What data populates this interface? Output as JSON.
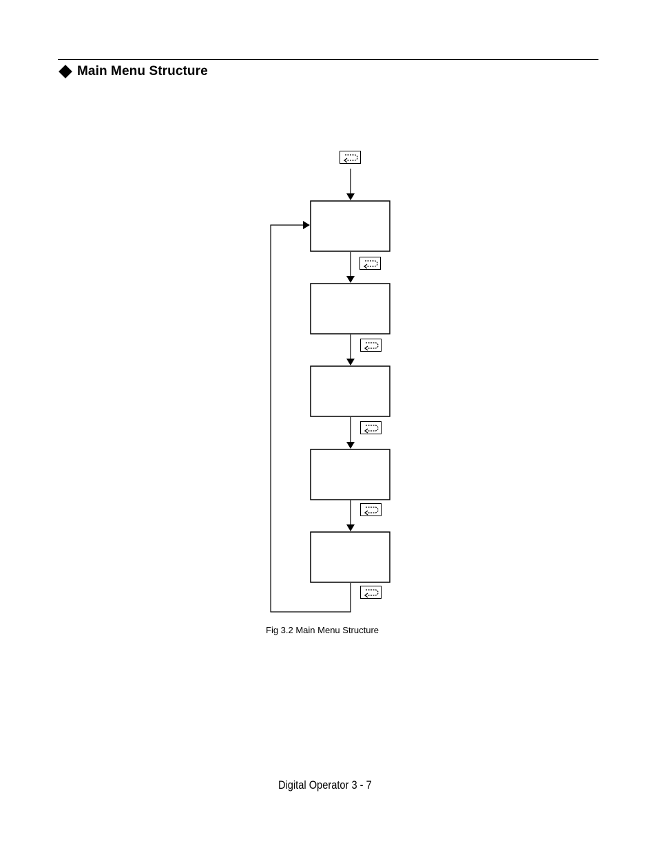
{
  "section": {
    "title": "Main Menu Structure",
    "bullet_icon": "diamond-bullet-icon"
  },
  "figure": {
    "caption": "Fig 3.2  Main Menu Structure",
    "key_icon": "menu-key-icon",
    "menu_box_count": 5
  },
  "footer": {
    "page_label": "Digital Operator  3 - 7"
  }
}
